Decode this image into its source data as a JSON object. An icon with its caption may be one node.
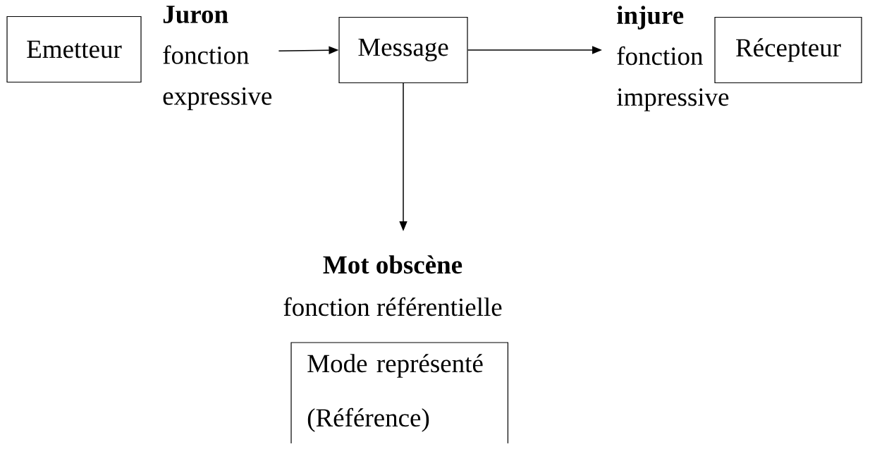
{
  "diagram": {
    "nodes": [
      {
        "text": [
          "Emetteur"
        ]
      },
      {
        "text": [
          "Juron",
          "fonction expressive"
        ]
      },
      {
        "text": [
          "Message"
        ]
      },
      {
        "text": [
          "injure",
          "fonction impressive"
        ]
      },
      {
        "text": [
          "Récepteur"
        ]
      },
      {
        "text": [
          "Mot obscène",
          "fonction référentielle"
        ]
      },
      {
        "text": [
          "Mode représenté",
          "(Référence)"
        ]
      }
    ],
    "edges": [
      {
        "from": 1,
        "to": 2,
        "arrow": "to"
      },
      {
        "from": 2,
        "to": 3,
        "arrow": "to"
      },
      {
        "from": 2,
        "to": 5,
        "arrow": "to"
      }
    ]
  }
}
